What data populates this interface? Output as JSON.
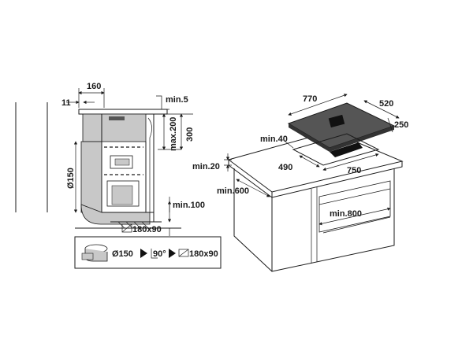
{
  "side_view": {
    "dim_top_width": "160",
    "dim_offset": "11",
    "dim_min5": "min.5",
    "dim_max200": "max.200",
    "dim_300": "300",
    "dim_duct_dia": "Ø150",
    "dim_min100": "min.100",
    "dim_vent_opening": "180x90"
  },
  "adapter_legend": {
    "from_size": "Ø150",
    "angle": "90°",
    "to_size": "180x90"
  },
  "iso_view": {
    "dim_hob_width": "770",
    "dim_hob_depth": "520",
    "dim_cutout_depth_max": "250",
    "dim_min40": "min.40",
    "dim_cutout_depth": "490",
    "dim_cutout_width": "750",
    "dim_min20": "min.20",
    "dim_min600": "min.600",
    "dim_min800": "min.800"
  },
  "colors": {
    "line": "#1a1a1a",
    "gray_fill": "#c8c8c8",
    "dark_fill": "#555555",
    "black": "#111111"
  }
}
